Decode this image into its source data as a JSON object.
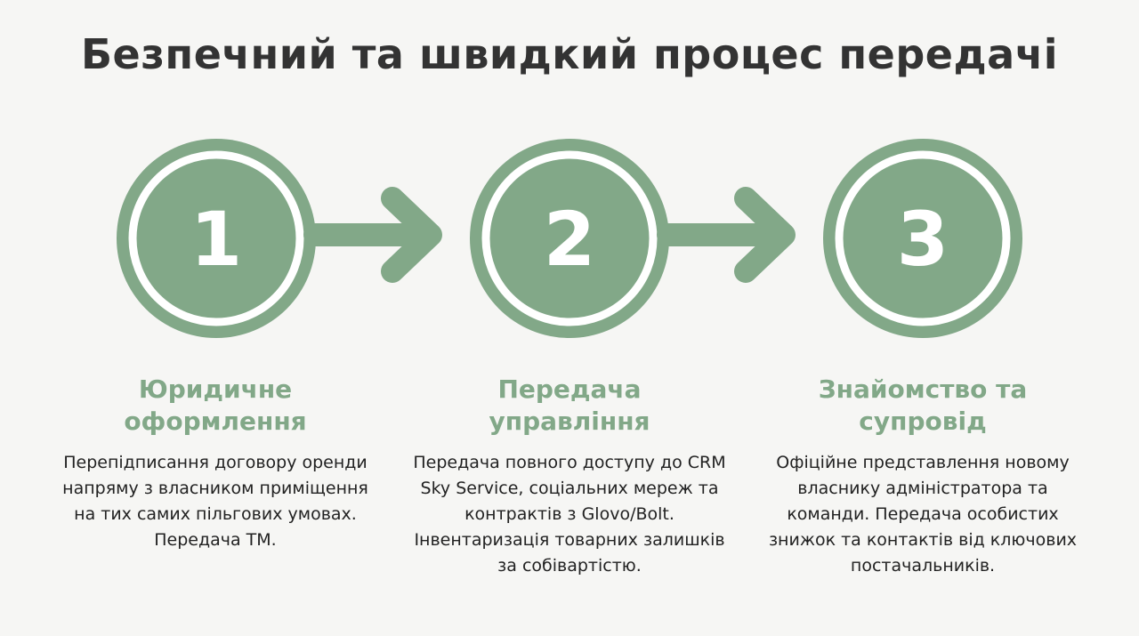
{
  "title": "Безпечний та швидкий процес передачі",
  "accent_color": "#82a888",
  "steps": [
    {
      "number": "1",
      "heading_line1": "Юридичне",
      "heading_line2": "оформлення",
      "description": "Перепідписання договору оренди напряму з власником приміщення на тих самих пільгових умовах. Передача ТМ."
    },
    {
      "number": "2",
      "heading_line1": "Передача",
      "heading_line2": "управління",
      "description": "Передача повного доступу до CRM Sky Service, соціальних мереж та контрактів з Glovo/Bolt. Інвентаризація товарних залишків за собівартістю."
    },
    {
      "number": "3",
      "heading_line1": "Знайомство та",
      "heading_line2": "супровід",
      "description": "Офіційне представлення новому власнику адміністратора та команди. Передача особистих знижок та контактів від ключових постачальників."
    }
  ]
}
